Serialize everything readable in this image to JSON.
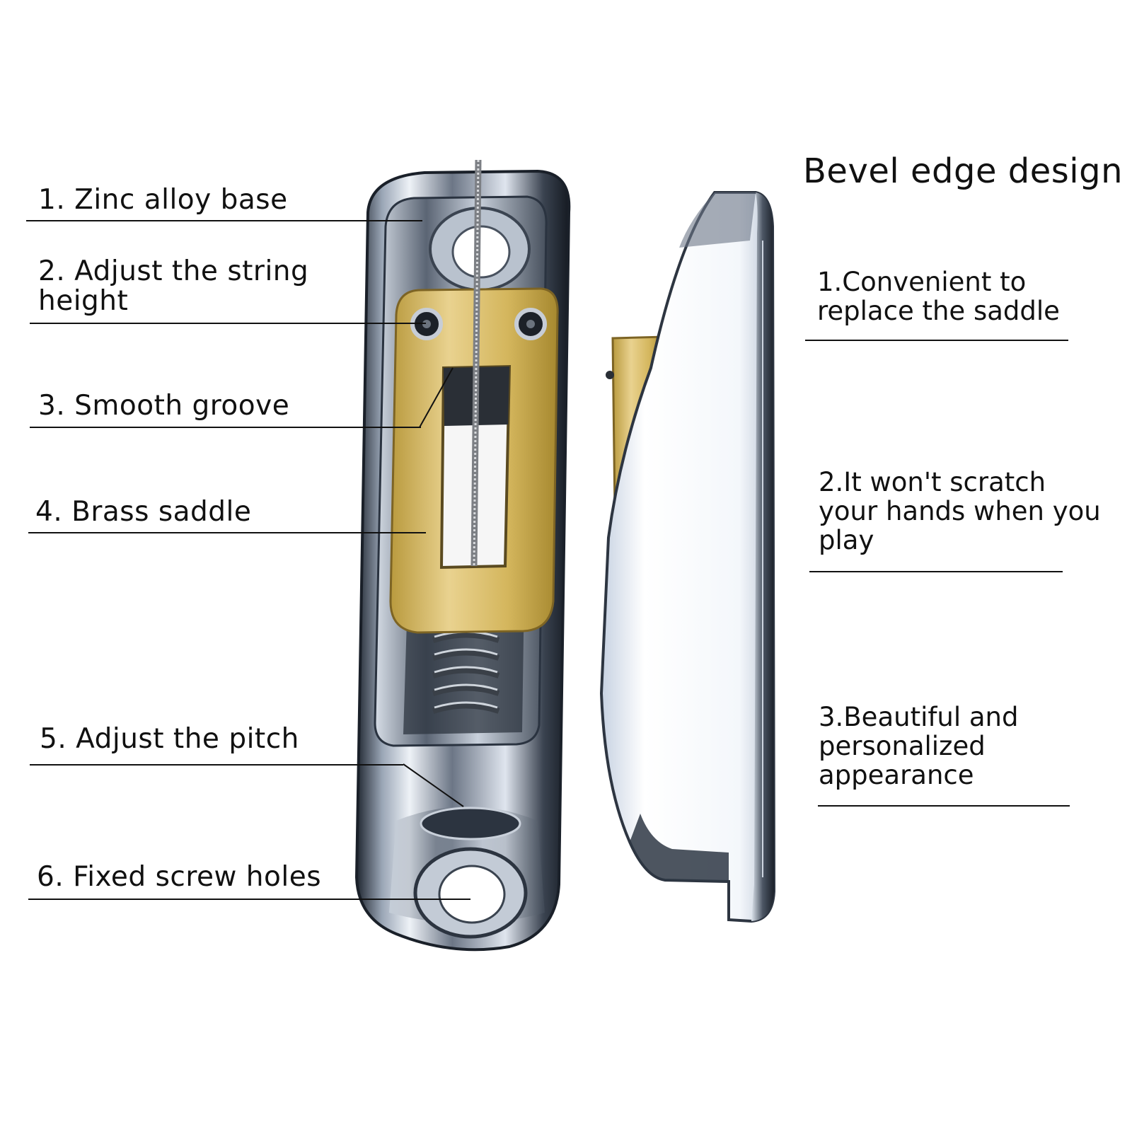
{
  "left_labels": [
    "1. Zinc alloy base",
    "2. Adjust the string\nheight",
    "3. Smooth groove",
    "4. Brass saddle",
    "5. Adjust the pitch",
    "6. Fixed screw holes"
  ],
  "right_panel": {
    "title": "Bevel edge design",
    "points": [
      "1.Convenient to\nreplace the saddle",
      "2.It won't scratch\nyour hands when you\nplay",
      "3.Beautiful and\npersonalized\nappearance"
    ]
  },
  "colors": {
    "chrome_dark": "#2a3340",
    "chrome_mid": "#8a94a2",
    "chrome_light": "#e8ecf2",
    "brass": "#c9aa4a",
    "brass_light": "#e8d08a",
    "text": "#111111"
  }
}
